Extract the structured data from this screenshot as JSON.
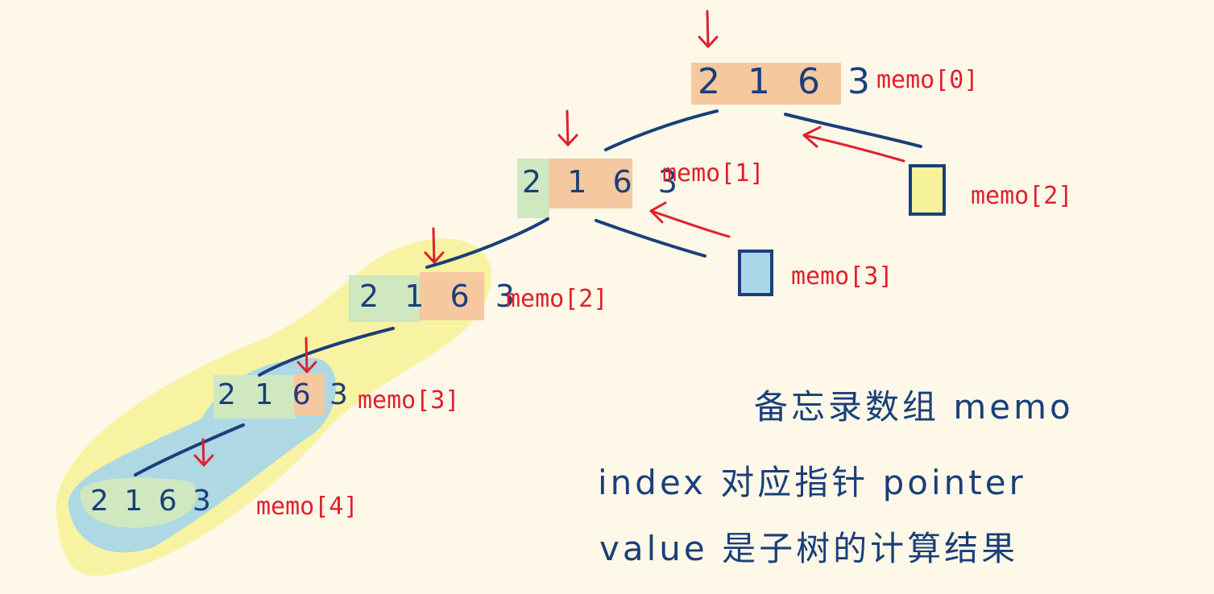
{
  "nodes": [
    {
      "id": "n0",
      "label": "2 1 6 3",
      "memo": "memo[0]"
    },
    {
      "id": "n1",
      "label": "2 1 6 3",
      "memo": "memo[1]"
    },
    {
      "id": "n2",
      "label": "2 1 6 3",
      "memo": "memo[2]"
    },
    {
      "id": "n3",
      "label": "2 1 6 3",
      "memo": "memo[3]"
    },
    {
      "id": "n4",
      "label": "2 1 6 3",
      "memo": "memo[4]"
    },
    {
      "id": "leaf2",
      "label": "",
      "memo": "memo[2]"
    },
    {
      "id": "leaf3",
      "label": "",
      "memo": "memo[3]"
    }
  ],
  "notes": {
    "line1": "备忘录数组 memo",
    "line2": "index 对应指针 pointer",
    "line3": "value 是子树的计算结果"
  },
  "colors": {
    "background": "#fdf8e8",
    "ink": "#1a3f7a",
    "arrow": "#e0202c",
    "orange": "#f6c8a0",
    "green": "#cfe8c0",
    "yellow": "#f6f29a",
    "blue": "#a9d6e8"
  }
}
